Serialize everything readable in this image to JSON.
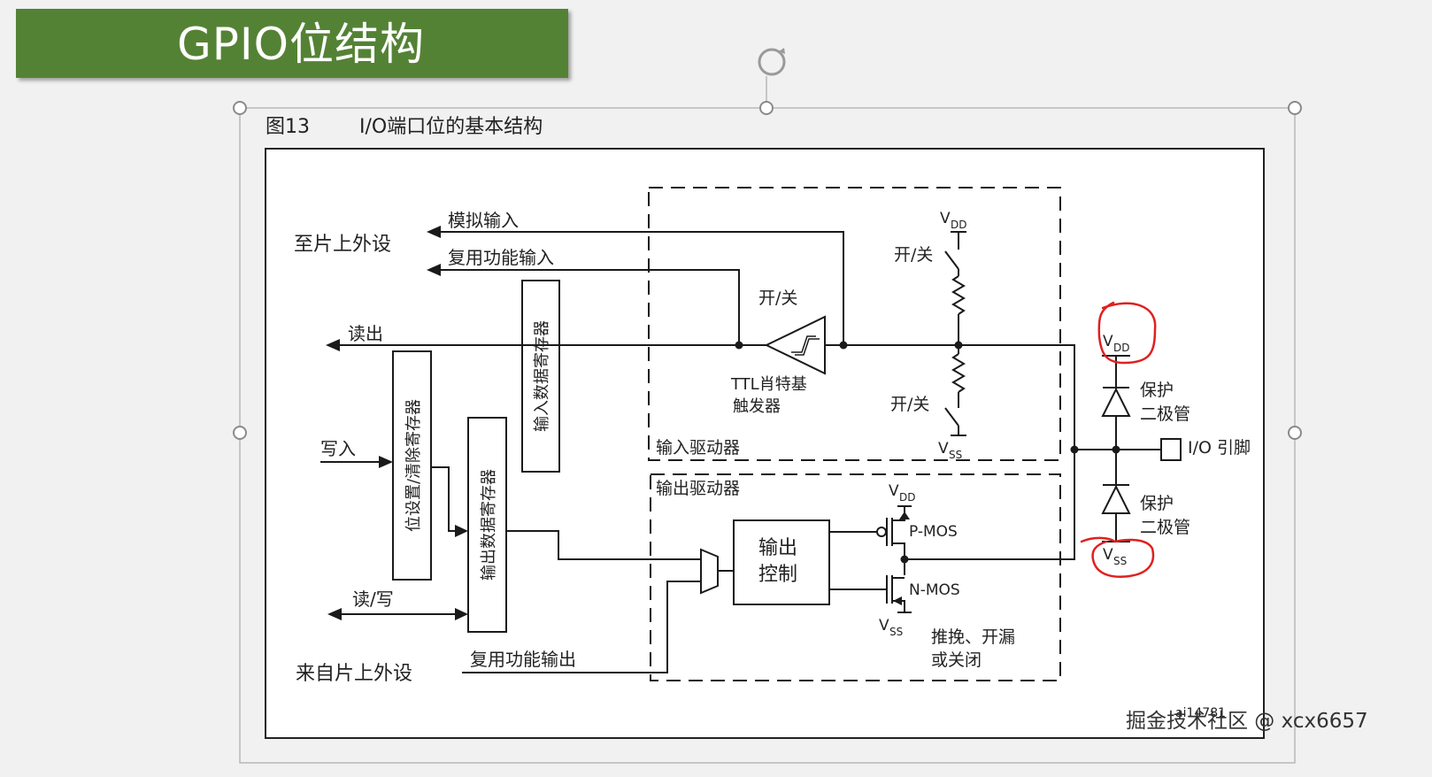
{
  "slide": {
    "title": "GPIO位结构"
  },
  "figure": {
    "number": "图13",
    "caption": "I/O端口位的基本结构"
  },
  "labels": {
    "to_peripheral": "至片上外设",
    "analog_input": "模拟输入",
    "alt_func_input": "复用功能输入",
    "read_out": "读出",
    "write_in": "写入",
    "read_write": "读/写",
    "from_peripheral": "来自片上外设",
    "alt_func_output": "复用功能输出",
    "bit_set_reset_reg": "位设置/清除寄存器",
    "output_data_reg": "输出数据寄存器",
    "input_data_reg": "输入数据寄存器",
    "on_off": "开/关",
    "ttl_schmitt_1": "TTL肖特基",
    "ttl_schmitt_2": "触发器",
    "input_driver": "输入驱动器",
    "output_driver": "输出驱动器",
    "output_control_1": "输出",
    "output_control_2": "控制",
    "vdd": "V",
    "vdd_sub": "DD",
    "vss": "V",
    "vss_sub": "SS",
    "pmos": "P-MOS",
    "nmos": "N-MOS",
    "pushpull_1": "推挽、开漏",
    "pushpull_2": "或关闭",
    "protect_1": "保护",
    "protect_2": "二极管",
    "io_pin": "I/O 引脚",
    "ref_code": "ai14781"
  },
  "watermark": "掘金技术社区 @ xcx6657",
  "colors": {
    "title_bar": "#548235",
    "annotation": "#e02020",
    "line": "#1a1a1a"
  }
}
